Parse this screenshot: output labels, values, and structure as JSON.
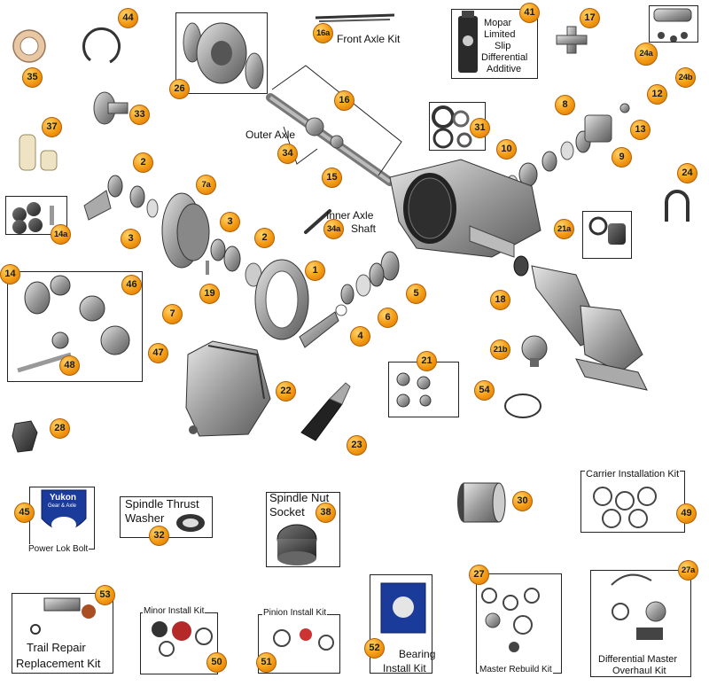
{
  "labels": {
    "front_axle_kit": "Front Axle Kit",
    "mopar_line1": "Mopar",
    "mopar_line2": "Limited",
    "mopar_line3": "Slip",
    "mopar_line4": "Differential",
    "mopar_line5": "Additive",
    "outer_axle": "Outer Axle",
    "inner_axle_line1": "Inner Axle",
    "inner_axle_line2": "Shaft",
    "spindle_thrust_line1": "Spindle Thrust",
    "spindle_thrust_line2": "Washer",
    "spindle_nut_line1": "Spindle Nut",
    "spindle_nut_line2": "Socket",
    "power_lok_bolt": "Power Lok Bolt",
    "carrier_installation_kit": "Carrier Installation Kit",
    "trail_repair_line1": "Trail Repair",
    "trail_repair_line2": "Replacement Kit",
    "minor_install_kit": "Minor Install Kit",
    "pinion_install_kit": "Pinion Install Kit",
    "bearing_install_line1": "Bearing",
    "bearing_install_line2": "Install Kit",
    "master_rebuild_kit": "Master Rebuild Kit",
    "diff_master_line1": "Differential Master",
    "diff_master_line2": "Overhaul Kit",
    "yukon_line1": "Yukon",
    "yukon_line2": "Gear & Axle"
  },
  "callouts": {
    "n44": "44",
    "n35": "35",
    "n26": "26",
    "n16a": "16a",
    "n41": "41",
    "n17": "17",
    "n24a": "24a",
    "n24b": "24b",
    "n33": "33",
    "n16": "16",
    "n12": "12",
    "n8": "8",
    "n13": "13",
    "n37": "37",
    "n31": "31",
    "n34": "34",
    "n15": "15",
    "n10": "10",
    "n9": "9",
    "n2a": "2",
    "n7a": "7a",
    "n24": "24",
    "n3a": "3",
    "n14a": "14a",
    "n3b": "3",
    "n2b": "2",
    "n34a": "34a",
    "n21a": "21a",
    "n14": "14",
    "n46": "46",
    "n1": "1",
    "n5": "5",
    "n19": "19",
    "n7": "7",
    "n18": "18",
    "n6": "6",
    "n4": "4",
    "n47": "47",
    "n48": "48",
    "n21b": "21b",
    "n21": "21",
    "n22": "22",
    "n54": "54",
    "n28": "28",
    "n23": "23",
    "n45": "45",
    "n32": "32",
    "n38": "38",
    "n30": "30",
    "n49": "49",
    "n53": "53",
    "n27": "27",
    "n27a": "27a",
    "n50": "50",
    "n51": "51",
    "n52": "52"
  }
}
